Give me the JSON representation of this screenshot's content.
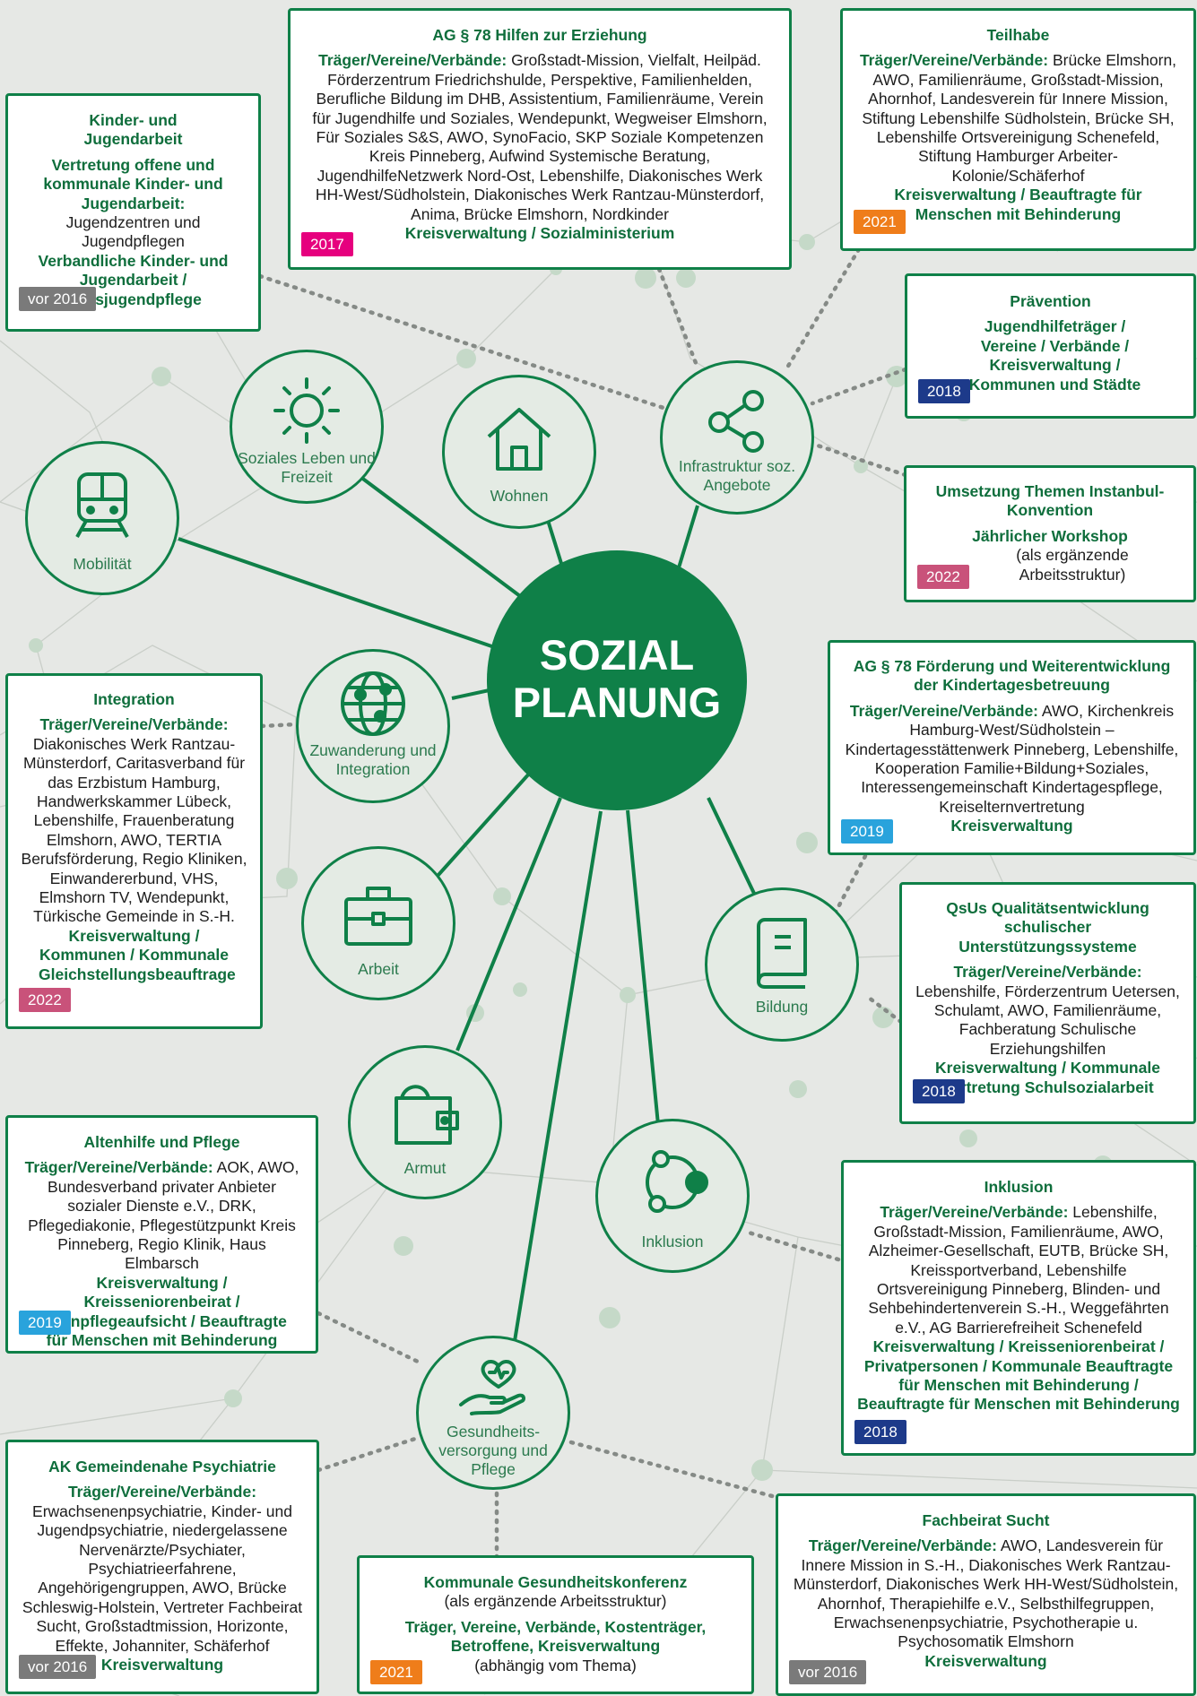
{
  "center": {
    "line1": "SOZIAL",
    "line2": "PLANUNG"
  },
  "topics": {
    "soziales_leben": "Soziales Leben und Freizeit",
    "wohnen": "Wohnen",
    "infrastruktur": "Infrastruktur soz. Angebote",
    "mobilitaet": "Mobilität",
    "zuwanderung": "Zuwanderung und Integration",
    "arbeit": "Arbeit",
    "armut": "Armut",
    "bildung": "Bildung",
    "inklusion": "Inklusion",
    "gesundheit": "Gesundheits-versorgung und Pflege"
  },
  "colors": {
    "green": "#0f8048",
    "vor2016": "#7a7a7a",
    "y2017": "#e6007e",
    "y2018": "#1d3a8a",
    "y2019": "#29a3dc",
    "y2021": "#ef7d1a",
    "y2022": "#c9527a"
  },
  "boxes": {
    "kinder": {
      "title": "Kinder- und Jugendarbeit",
      "org1": "Vertretung offene und kommunale Kinder- und Jugendarbeit:",
      "text1": "Jugendzentren und Jugendpflegen",
      "org2": "Verbandliche Kinder- und Jugendarbeit / Kreisjugendpflege",
      "year": "vor 2016"
    },
    "ag78hilfen": {
      "title": "AG § 78 Hilfen zur Erziehung",
      "lead": "Träger/Vereine/Verbände:",
      "text": "Großstadt-Mission, Vielfalt, Heilpäd. Förderzentrum Friedrichshulde, Perspektive, Familienhelden, Berufliche Bildung im DHB, Assistentium, Familienräume, Verein für Jugendhilfe und Soziales, Wendepunkt, Wegweiser Elmshorn, Für Soziales S&S, AWO, SynoFacio, SKP Soziale Kompetenzen Kreis Pinneberg, Aufwind Systemische Beratung, JugendhilfeNetzwerk Nord-Ost, Lebenshilfe, Diakonisches Werk HH-West/Südholstein, Diakonisches Werk Rantzau-Münsterdorf, Anima, Brücke Elmshorn, Nordkinder",
      "admin": "Kreisverwaltung / Sozialministerium",
      "year": "2017"
    },
    "teilhabe": {
      "title": "Teilhabe",
      "lead": "Träger/Vereine/Verbände:",
      "text": "Brücke Elmshorn, AWO, Familienräume, Großstadt-Mission, Ahornhof, Landesverein für Innere Mission, Stiftung Lebenshilfe Südholstein, Brücke SH, Lebenshilfe Ortsvereinigung Schenefeld, Stiftung Hamburger Arbeiter-Kolonie/Schäferhof",
      "admin": "Kreisverwaltung / Beauftragte für Menschen mit Behinderung",
      "year": "2021"
    },
    "praevention": {
      "title": "Prävention",
      "org": "Jugendhilfeträger / Vereine / Verbände / Kreisverwaltung / Kommunen und Städte",
      "year": "2018"
    },
    "istanbul": {
      "title": "Umsetzung Themen Instanbul-Konvention",
      "org": "Jährlicher Workshop",
      "text": "(als ergänzende Arbeitsstruktur)",
      "year": "2022"
    },
    "ag78kita": {
      "title": "AG § 78 Förderung und Weiterentwicklung der Kindertagesbetreuung",
      "lead": "Träger/Vereine/Verbände:",
      "text": "AWO, Kirchenkreis Hamburg-West/Südholstein – Kindertagesstättenwerk Pinneberg, Lebenshilfe, Kooperation Familie+Bildung+Soziales, Interessengemeinschaft Kindertagespflege, Kreiselternvertretung",
      "admin": "Kreisverwaltung",
      "year": "2019"
    },
    "integration": {
      "title": "Integration",
      "lead": "Träger/Vereine/Verbände:",
      "text": "Diakonisches Werk Rantzau-Münsterdorf, Caritasverband für das Erzbistum Hamburg, Handwerkskammer Lübeck, Lebenshilfe, Frauenberatung Elmshorn, AWO, TERTIA Berufsförderung, Regio Kliniken, Einwandererbund, VHS, Elmshorn TV, Wendepunkt, Türkische Gemeinde in S.-H.",
      "admin": "Kreisverwaltung / Kommunen / Kommunale Gleichstellungsbeauftrage",
      "year": "2022"
    },
    "qsus": {
      "title": "QsUs Qualitätsentwicklung schulischer Unterstützungssysteme",
      "lead": "Träger/Vereine/Verbände:",
      "text": "Lebenshilfe, Förderzentrum Uetersen, Schulamt, AWO, Familienräume, Fachberatung Schulische Erziehungshilfen",
      "admin": "Kreisverwaltung / Kommunale Vertretung Schulsozialarbeit",
      "year": "2018"
    },
    "altenhilfe": {
      "title": "Altenhilfe und Pflege",
      "lead": "Träger/Vereine/Verbände:",
      "text": "AOK, AWO, Bundesverband privater Anbieter sozialer Dienste e.V., DRK, Pflegediakonie, Pflegestützpunkt Kreis Pinneberg, Regio Klinik, Haus Elmbarsch",
      "admin": "Kreisverwaltung / Kreisseniorenbeirat / Wohnpflegeaufsicht / Beauftragte für Menschen mit Behinderung",
      "year": "2019"
    },
    "inklusion": {
      "title": "Inklusion",
      "lead": "Träger/Vereine/Verbände:",
      "text": "Lebenshilfe, Großstadt-Mission, Familienräume, AWO, Alzheimer-Gesellschaft, EUTB, Brücke SH, Kreissportverband, Lebenshilfe Ortsvereinigung Pinneberg, Blinden- und Sehbehindertenverein S.-H., Weggefährten e.V., AG Barrierefreiheit Schenefeld",
      "admin": "Kreisverwaltung / Kreisseniorenbeirat / Privatpersonen / Kommunale Beauftragte für Menschen mit Behinderung / Beauftragte für Menschen mit Behinderung",
      "year": "2018"
    },
    "psychiatrie": {
      "title": "AK Gemeindenahe Psychiatrie",
      "lead": "Träger/Vereine/Verbände:",
      "text": "Erwachsenenpsychiatrie, Kinder- und Jugendpsychiatrie, niedergelassene Nervenärzte/Psychiater, Psychiatrieerfahrene, Angehörigengruppen, AWO, Brücke Schleswig-Holstein, Vertreter Fachbeirat Sucht, Großstadtmission, Horizonte, Effekte, Johanniter, Schäferhof",
      "admin": "Kreisverwaltung",
      "year": "vor 2016"
    },
    "gesundheitskonferenz": {
      "title": "Kommunale Gesundheitskonferenz",
      "sub": "(als ergänzende Arbeitsstruktur)",
      "org": "Träger, Vereine, Verbände, Kostenträger, Betroffene, Kreisverwaltung",
      "text": "(abhängig vom Thema)",
      "year": "2021"
    },
    "sucht": {
      "title": "Fachbeirat Sucht",
      "lead": "Träger/Vereine/Verbände:",
      "text": "AWO, Landesverein für Innere Mission in S.-H., Diakonisches Werk Rantzau-Münsterdorf, Diakonisches Werk HH-West/Südholstein, Ahornhof, Therapiehilfe e.V., Selbsthilfegruppen, Erwachsenenpsychiatrie, Psychotherapie u. Psychosomatik Elmshorn",
      "admin": "Kreisverwaltung",
      "year": "vor 2016"
    }
  }
}
